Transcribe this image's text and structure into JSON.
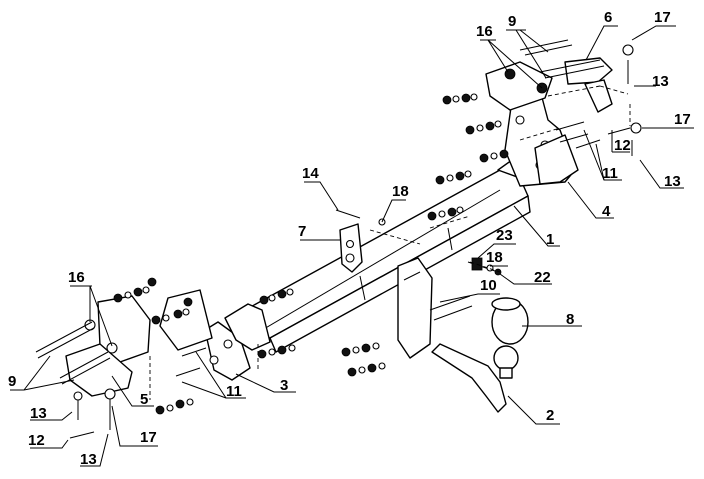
{
  "callouts": [
    {
      "id": "c1",
      "label": "1"
    },
    {
      "id": "c2",
      "label": "2"
    },
    {
      "id": "c3",
      "label": "3"
    },
    {
      "id": "c4",
      "label": "4"
    },
    {
      "id": "c5",
      "label": "5"
    },
    {
      "id": "c6",
      "label": "6"
    },
    {
      "id": "c7",
      "label": "7"
    },
    {
      "id": "c8",
      "label": "8"
    },
    {
      "id": "c9a",
      "label": "9"
    },
    {
      "id": "c9b",
      "label": "9"
    },
    {
      "id": "c10",
      "label": "10"
    },
    {
      "id": "c11a",
      "label": "11"
    },
    {
      "id": "c11b",
      "label": "11"
    },
    {
      "id": "c12a",
      "label": "12"
    },
    {
      "id": "c12b",
      "label": "12"
    },
    {
      "id": "c13a",
      "label": "13"
    },
    {
      "id": "c13b",
      "label": "13"
    },
    {
      "id": "c13c",
      "label": "13"
    },
    {
      "id": "c13d",
      "label": "13"
    },
    {
      "id": "c14",
      "label": "14"
    },
    {
      "id": "c16a",
      "label": "16"
    },
    {
      "id": "c16b",
      "label": "16"
    },
    {
      "id": "c17a",
      "label": "17"
    },
    {
      "id": "c17b",
      "label": "17"
    },
    {
      "id": "c17c",
      "label": "17"
    },
    {
      "id": "c18a",
      "label": "18"
    },
    {
      "id": "c18b",
      "label": "18"
    },
    {
      "id": "c22",
      "label": "22"
    },
    {
      "id": "c23",
      "label": "23"
    }
  ]
}
